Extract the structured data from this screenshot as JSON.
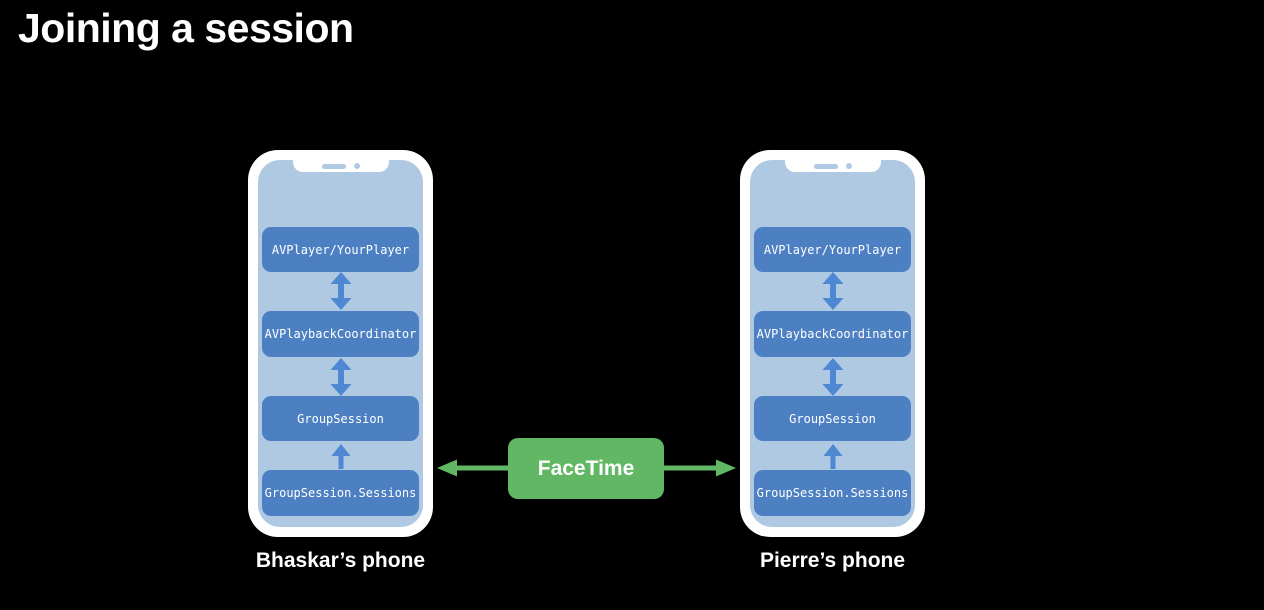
{
  "slide": {
    "title": "Joining a session"
  },
  "colors": {
    "background": "#000000",
    "phone_frame": "#ffffff",
    "screen": "#afc9e3",
    "box_blue": "#4d80c2",
    "arrow_blue": "#4e87d2",
    "green": "#61b763",
    "text": "#ffffff"
  },
  "phones": [
    {
      "label": "Bhaskar’s phone",
      "stack": {
        "player": "AVPlayer/YourPlayer",
        "coordinator": "AVPlaybackCoordinator",
        "session": "GroupSession",
        "sessions": "GroupSession.Sessions"
      }
    },
    {
      "label": "Pierre’s phone",
      "stack": {
        "player": "AVPlayer/YourPlayer",
        "coordinator": "AVPlaybackCoordinator",
        "session": "GroupSession",
        "sessions": "GroupSession.Sessions"
      }
    }
  ],
  "facetime": {
    "label": "FaceTime"
  },
  "connections": [
    {
      "from": "AVPlayer/YourPlayer",
      "to": "AVPlaybackCoordinator",
      "type": "bidirectional"
    },
    {
      "from": "AVPlaybackCoordinator",
      "to": "GroupSession",
      "type": "bidirectional"
    },
    {
      "from": "GroupSession.Sessions",
      "to": "GroupSession",
      "type": "up"
    },
    {
      "from": "Bhaskar’s phone",
      "to": "Pierre’s phone",
      "via": "FaceTime",
      "type": "bidirectional"
    }
  ]
}
